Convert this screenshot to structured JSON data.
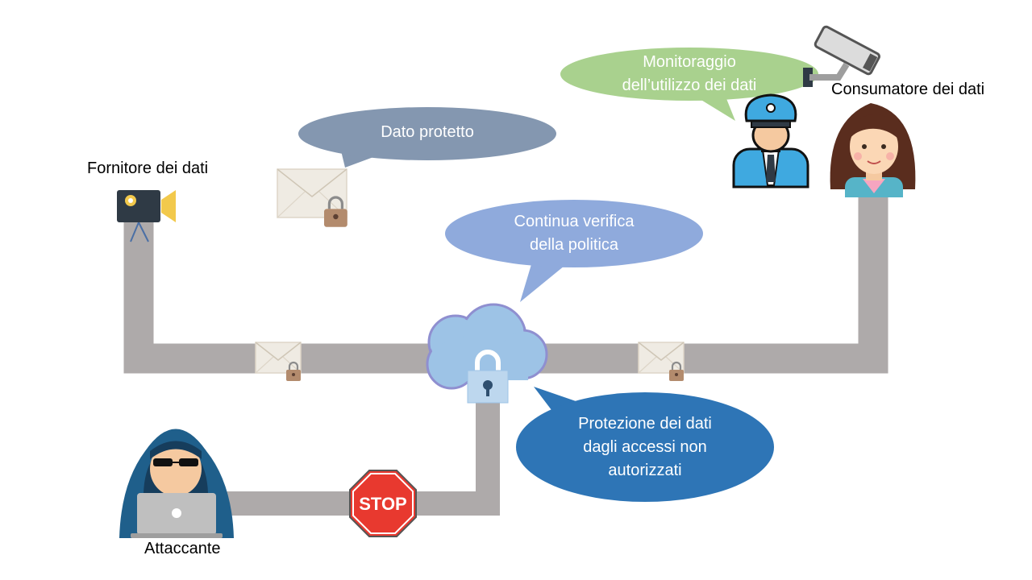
{
  "labels": {
    "provider": "Fornitore dei dati",
    "consumer": "Consumatore dei dati",
    "attacker": "Attaccante"
  },
  "bubbles": {
    "protected": "Dato protetto",
    "policy": [
      "Continua verifica",
      "della politica"
    ],
    "monitoring": [
      "Monitoraggio",
      "dell’utilizzo dei dati"
    ],
    "protection": [
      "Protezione dei dati",
      "dagli accessi non",
      "autorizzati"
    ]
  },
  "stop_sign": "STOP",
  "colors": {
    "pipe": "#aeaaaa",
    "bubble_protected": "#8497b0",
    "bubble_policy": "#8faadc",
    "bubble_monitoring": "#a9d18e",
    "bubble_protection": "#2e75b6",
    "stop": "#e8392f"
  },
  "icons": {
    "provider": "camera-icon",
    "consumer": "woman-avatar-icon",
    "police": "policeman-icon",
    "surveillance": "security-camera-icon",
    "cloud": "cloud-lock-icon",
    "attacker": "hacker-icon",
    "envelope": "locked-envelope-icon"
  }
}
